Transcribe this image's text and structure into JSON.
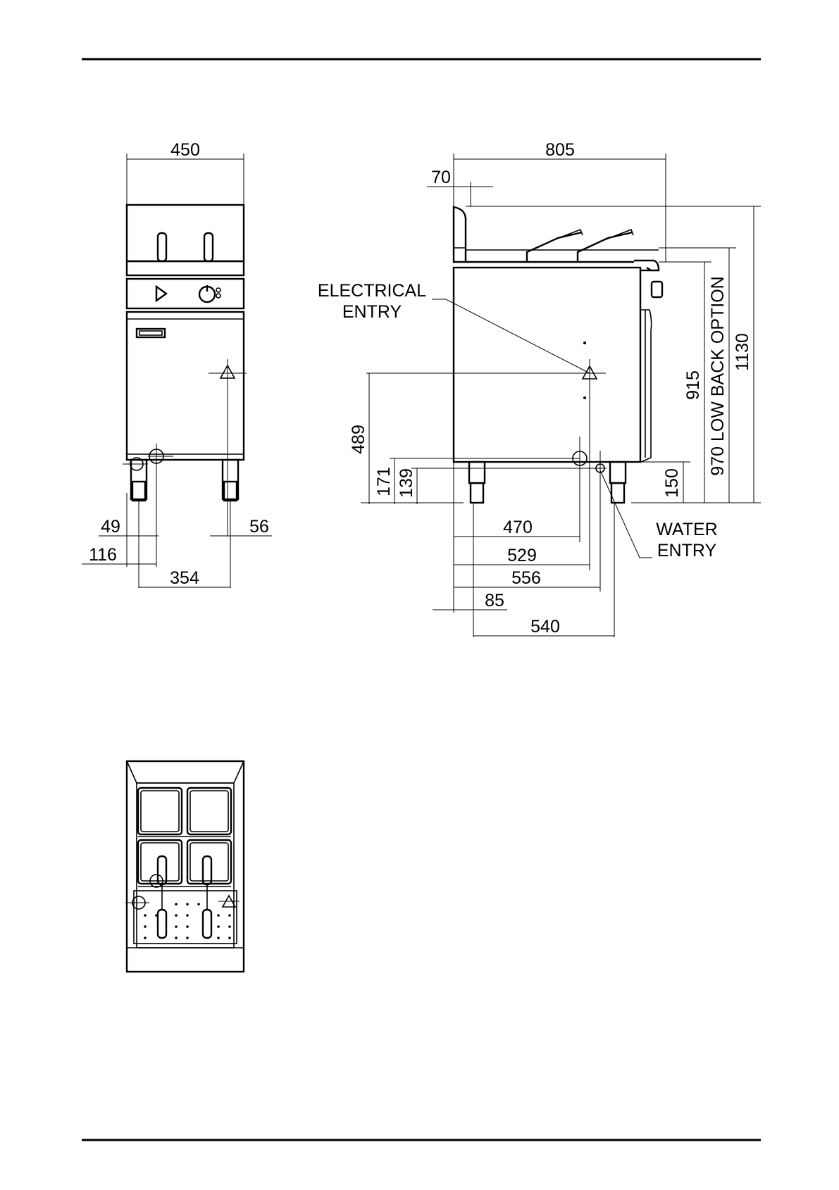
{
  "front_view": {
    "width": "450",
    "left_leg_offset": "49",
    "right_leg_offset": "56",
    "entry_offset": "116",
    "leg_span": "354"
  },
  "side_view": {
    "depth": "805",
    "back_offset": "70",
    "electrical_entry_label": [
      "ELECTRICAL",
      "ENTRY"
    ],
    "water_entry_label": [
      "WATER",
      "ENTRY"
    ],
    "electrical_height": "489",
    "height_171": "171",
    "height_139": "139",
    "dim_470": "470",
    "dim_529": "529",
    "dim_556": "556",
    "dim_85": "85",
    "dim_540": "540",
    "foot_height": "150",
    "worktop_height": "915",
    "low_back_height": "970 LOW BACK OPTION",
    "overall_height": "1130"
  }
}
